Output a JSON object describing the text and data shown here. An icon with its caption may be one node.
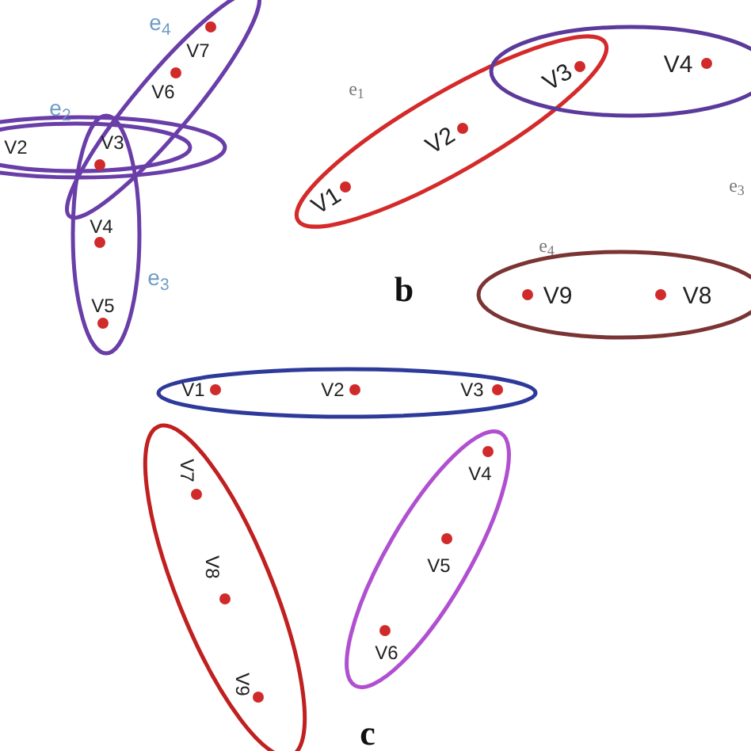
{
  "diagram": {
    "labels": [
      "e$_{4}$",
      "V7",
      "V6",
      "e$_{2}$",
      "V2",
      "V3",
      "V4",
      "e$_{3}$",
      "V5",
      "e$_{1}$",
      "V3",
      "V4",
      "V2",
      "V1",
      "e$_{3}$",
      "e$_{4}$",
      "V9",
      "V8",
      "b",
      "V1",
      "V2",
      "V3",
      "V7",
      "V4",
      "V8",
      "V5",
      "V6",
      "V9",
      "c"
    ]
  }
}
